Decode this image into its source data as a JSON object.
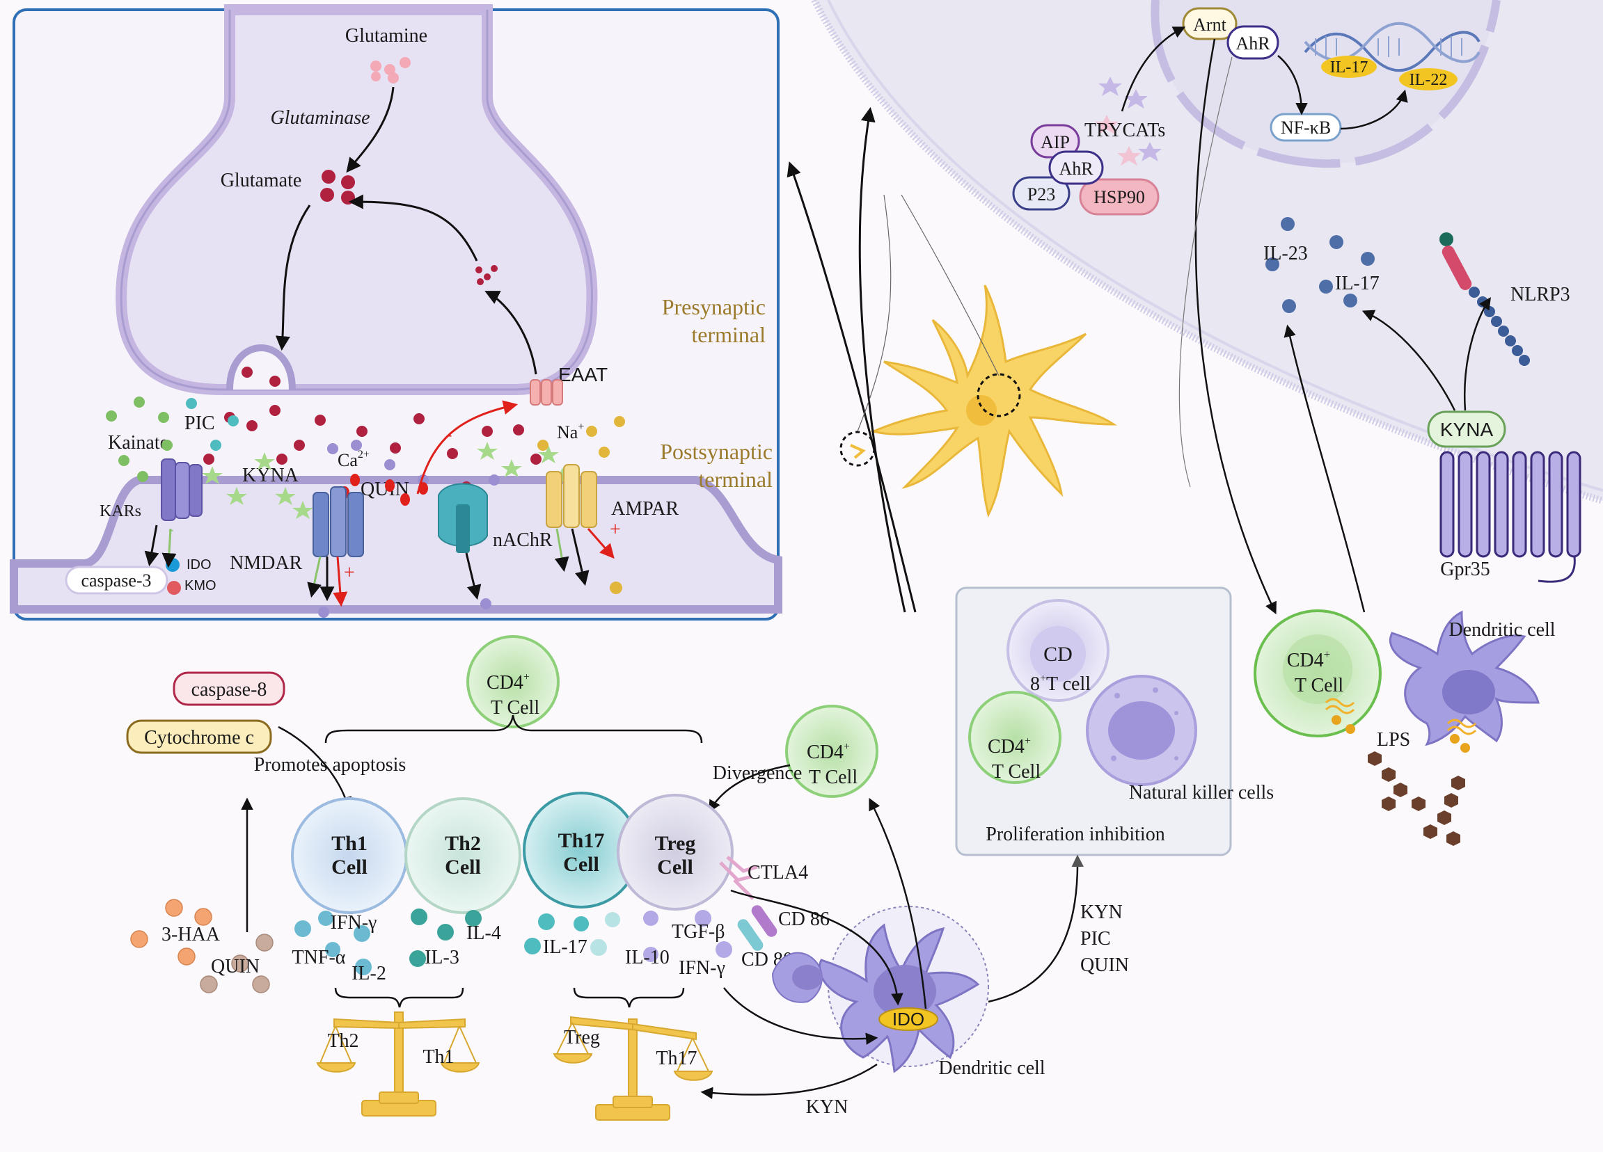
{
  "synapse": {
    "glutamine": "Glutamine",
    "glutaminase": "Glutaminase",
    "glutamate": "Glutamate",
    "presynaptic": [
      "Presynaptic",
      "terminal"
    ],
    "postsynaptic": [
      "Postsynaptic",
      "terminal"
    ],
    "eaat": "EAAT",
    "pic": "PIC",
    "kainate": "Kainate",
    "kyna": "KYNA",
    "ca": "Ca",
    "ca_sup": "2+",
    "quin": "QUIN",
    "na": "Na",
    "na_sup": "+",
    "minus": "-",
    "plus": "+",
    "kars": "KARs",
    "nmdar": "NMDAR",
    "nachr": "nAChR",
    "ampar": "AMPAR",
    "ido": "IDO",
    "kmo": "KMO",
    "caspase3": "caspase-3"
  },
  "cell_top": {
    "arnt": "Arnt",
    "ahr": "AhR",
    "nfkb": "NF-κB",
    "il17": "IL-17",
    "il22": "IL-22",
    "trycats": "TRYCATs",
    "aip": "AIP",
    "ahr2": "AhR",
    "p23": "P23",
    "hsp90": "HSP90",
    "il23": "IL-23",
    "il17b": "IL-17",
    "nlrp3": "NLRP3",
    "kyna": "KYNA",
    "gpr35": "Gpr35",
    "cd4_line1": "CD4",
    "cd4_sup": "+",
    "cd4_line2": "T Cell",
    "dendritic": "Dendritic cell",
    "lps": "LPS"
  },
  "prolif": {
    "cd8_line1": "CD",
    "cd8_line2": "8",
    "cd8_sup": "+",
    "cd8_line2b": "T cell",
    "cd4_line1": "CD4",
    "cd4_sup": "+",
    "cd4_line2": "T Cell",
    "nk": "Natural killer cells",
    "title": "Proliferation inhibition",
    "kyn": "KYN",
    "pic": "PIC",
    "quin": "QUIN"
  },
  "immune": {
    "caspase8": "caspase-8",
    "cytc": "Cytochrome c",
    "apoptosis": "Promotes apoptosis",
    "cd4_top_1": "CD4",
    "cd4_top_sup": "+",
    "cd4_top_2": "T Cell",
    "divergence": "Divergence",
    "cd4_mid_1": "CD4",
    "cd4_mid_sup": "+",
    "cd4_mid_2": "T Cell",
    "th1": [
      "Th1",
      "Cell"
    ],
    "th2": [
      "Th2",
      "Cell"
    ],
    "th17": [
      "Th17",
      "Cell"
    ],
    "treg": [
      "Treg",
      "Cell"
    ],
    "ctla4": "CTLA4",
    "cd86": "CD 86",
    "cd80": "CD 80",
    "haa": "3-HAA",
    "quin": "QUIN",
    "ifng": "IFN-γ",
    "tnfa": "TNF-α",
    "il2": "IL-2",
    "il3": "IL-3",
    "il4": "IL-4",
    "il17": "IL-17",
    "il10": "IL-10",
    "tgfb": "TGF-β",
    "ifng2": "IFN-γ",
    "bal1_left": "Th2",
    "bal1_right": "Th1",
    "bal2_left": "Treg",
    "bal2_right": "Th17",
    "ido": "IDO",
    "dendritic": "Dendritic cell",
    "kyn": "KYN"
  },
  "colors": {
    "synapse_border": "#2f6fb5",
    "membrane": "#b7a8d6",
    "glutamate": "#b0203f",
    "kyna_star": "#9bd07a",
    "astrocyte": "#f7cf55",
    "dendritic": "#a59ee0",
    "cd4": "#c9ebbf",
    "red_arrow": "#e0201a"
  }
}
